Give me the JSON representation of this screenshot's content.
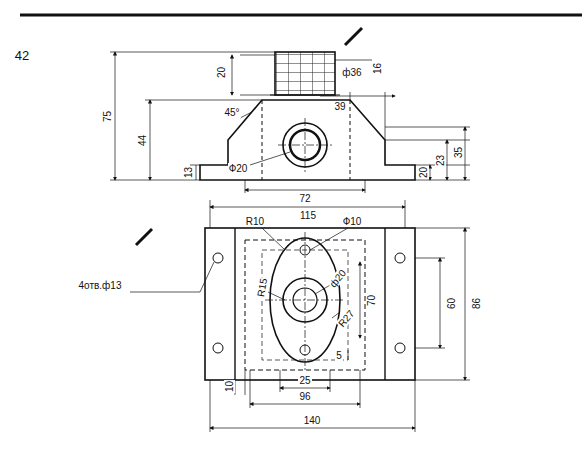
{
  "diagram": {
    "labels": [
      "42",
      "20",
      "ф36",
      "16",
      "75",
      "44",
      "45°",
      "39",
      "13",
      "Ф20",
      "72",
      "20",
      "23",
      "35",
      "115",
      "R10",
      "Ф10",
      "4отв.ф13",
      "R15",
      "ф20",
      "70",
      "R27",
      "60",
      "86",
      "5",
      "10",
      "25",
      "96",
      "140"
    ]
  }
}
